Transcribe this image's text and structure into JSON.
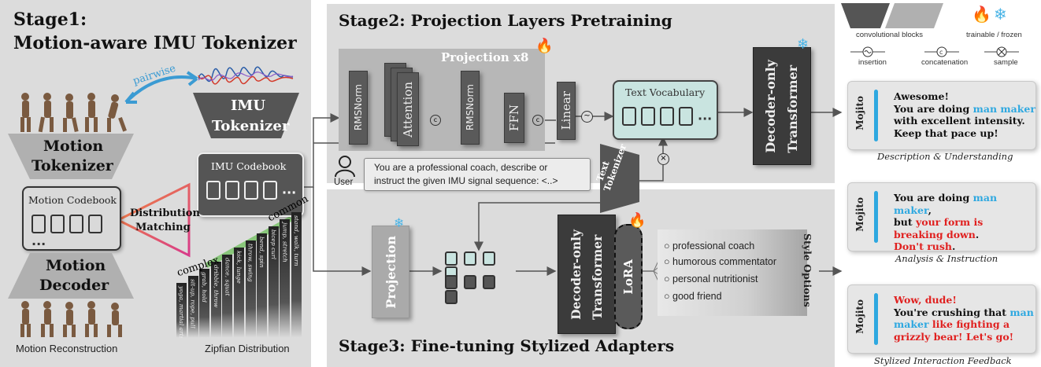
{
  "stage1": {
    "title_line1": "Stage1:",
    "title_line2": "Motion-aware IMU Tokenizer",
    "pairwise": "pairwise",
    "imu_tokenizer": "IMU\nTokenizer",
    "imu_tokenizer_l1": "IMU",
    "imu_tokenizer_l2": "Tokenizer",
    "motion_tokenizer_l1": "Motion",
    "motion_tokenizer_l2": "Tokenizer",
    "motion_codebook": "Motion Codebook",
    "imu_codebook": "IMU Codebook",
    "ellipsis": "...",
    "distribution_matching_l1": "Distribution",
    "distribution_matching_l2": "Matching",
    "motion_decoder_l1": "Motion",
    "motion_decoder_l2": "Decoder",
    "motion_reconstruction": "Motion Reconstruction",
    "zipfian": "Zipfian Distribution",
    "complex": "complex",
    "common": "common",
    "pillar_labels": [
      "yoga, martial arts",
      "sit-up, rope, pull",
      "grab, hold",
      "dribble, throw",
      "dance, squat",
      "kick, lunge",
      "throw, swing",
      "bend, spin",
      "bicep curl",
      "jump, stretch",
      "stand, walk, turn"
    ]
  },
  "stage2": {
    "title": "Stage2: Projection Layers Pretraining",
    "projection": "Projection x8",
    "rmsnorm1": "RMSNorm",
    "attention": "Attention",
    "rmsnorm2": "RMSNorm",
    "ffn": "FFN",
    "linear": "Linear",
    "text_vocab": "Text Vocabulary",
    "decoder_l1": "Decoder-only",
    "decoder_l2": "Transformer",
    "text_tok_l1": "Text",
    "text_tok_l2": "Tokenizer",
    "user": "User",
    "prompt_l1": "You are a professional coach, describe or",
    "prompt_l2": "instruct the given IMU signal sequence: <..>"
  },
  "stage3": {
    "title": "Stage3: Fine-tuning Stylized Adapters",
    "projection": "Projection",
    "decoder_l1": "Decoder-only",
    "decoder_l2": "Transformer",
    "lora": "LoRA",
    "style_options": "Style Options",
    "options": [
      "professional coach",
      "humorous commentator",
      "personal nutritionist",
      "good friend"
    ]
  },
  "legend": {
    "conv": "convolutional blocks",
    "trainable": "trainable / frozen",
    "insertion": "insertion",
    "concatenation": "concatenation",
    "sample": "sample"
  },
  "outputs": {
    "mojito": "Mojito",
    "card1": {
      "l1": "Awesome!",
      "l2a": "You are doing ",
      "l2b": "man maker",
      "l3": "with  excellent intensity.",
      "l4": "Keep that pace up!",
      "caption": "Description & Understanding"
    },
    "card2": {
      "l1a": "You are doing ",
      "l1b": "man maker",
      "l1c": ",",
      "l2a": "but ",
      "l2b": "your form is",
      "l3": "breaking down",
      "l3b": ".",
      "l4": "Don't rush",
      "l4b": ".",
      "caption": "Analysis & Instruction"
    },
    "card3": {
      "l1": "Wow, dude!",
      "l2a": "You're crushing that  ",
      "l2b": "man",
      "l3a": "maker",
      "l3b": " like fighting  a",
      "l4": "grizzly bear!  Let's go!",
      "caption": "Stylized Interaction Feedback"
    }
  },
  "colors": {
    "accent_blue": "#2ea8e0",
    "accent_red": "#e0201f",
    "panel": "#dcdcdc",
    "block": "#5a5a5a",
    "teal": "#c9e4e0"
  }
}
